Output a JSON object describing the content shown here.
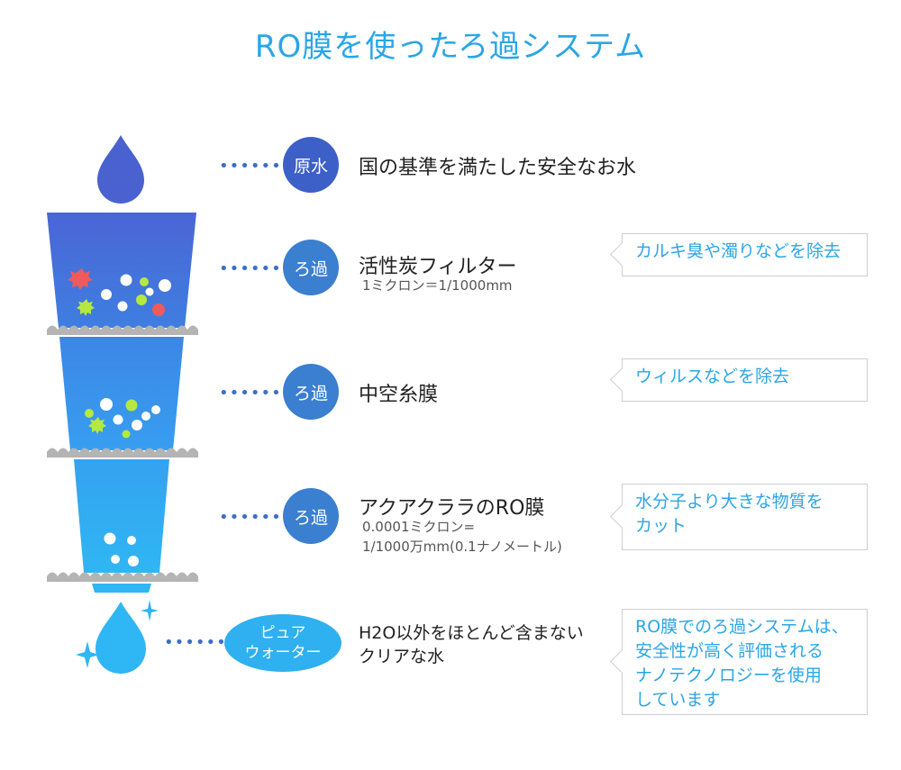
{
  "title": "RO膜を使ったろ過システム",
  "stages": [
    {
      "badge": "原水",
      "label": "国の基準を満たした安全なお水",
      "sub": "",
      "note": ""
    },
    {
      "badge": "ろ過",
      "label": "活性炭フィルター",
      "sub": "1ミクロン＝1/1000mm",
      "note": "カルキ臭や濁りなどを除去"
    },
    {
      "badge": "ろ過",
      "label": "中空糸膜",
      "sub": "",
      "note": "ウィルスなどを除去"
    },
    {
      "badge": "ろ過",
      "label": "アクアクララのRO膜",
      "sub_lines": [
        "0.0001ミクロン=",
        "1/1000万mm(0.1ナノメートル)"
      ],
      "note_lines": [
        "水分子より大きな物質を",
        "カット"
      ]
    },
    {
      "badge_lines": [
        "ピュア",
        "ウォーター"
      ],
      "label_lines": [
        "H2O以外をほとんど含まない",
        "クリアな水"
      ],
      "note_lines": [
        "RO膜でのろ過システムは、",
        "安全性が高く評価される",
        "ナノテクノロジーを使用",
        "しています"
      ]
    }
  ],
  "colors": {
    "title": "#2aa6e6",
    "badge_dark": "#3d5fc8",
    "badge_mid": "#3a7fd0",
    "badge_light": "#2fb0f0",
    "note_text": "#2aa6e6"
  }
}
